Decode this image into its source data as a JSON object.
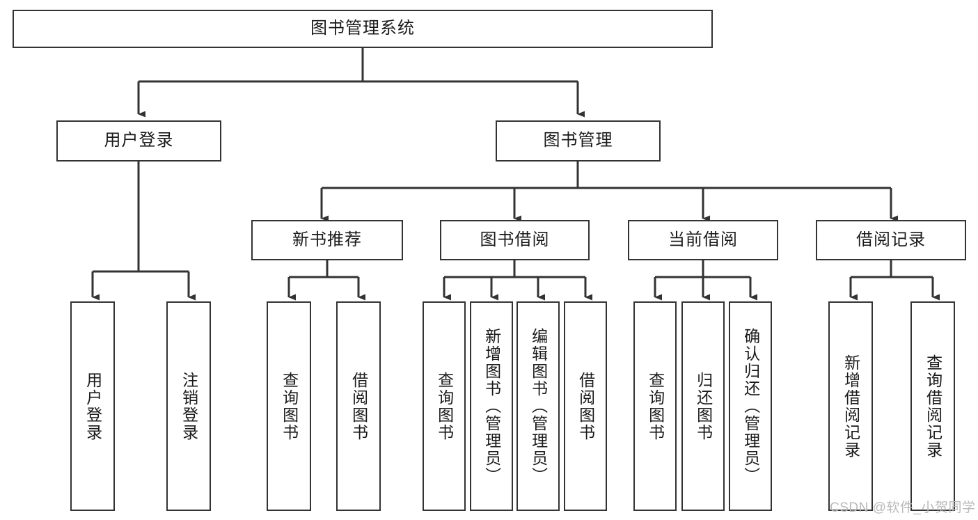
{
  "diagram": {
    "type": "tree-hierarchy-chart",
    "title": "图书管理系统",
    "colors": {
      "border": "#333333",
      "fill": "#ffffff",
      "connector": "#333333",
      "text": "#1a1a1a",
      "watermark": "#b9b9b9"
    },
    "root": {
      "label": "图书管理系统",
      "orientation": "horizontal"
    },
    "level1": [
      {
        "label": "用户登录",
        "orientation": "horizontal"
      },
      {
        "label": "图书管理",
        "orientation": "horizontal"
      }
    ],
    "level2": [
      {
        "label": "新书推荐",
        "orientation": "horizontal",
        "parent": "图书管理"
      },
      {
        "label": "图书借阅",
        "orientation": "horizontal",
        "parent": "图书管理"
      },
      {
        "label": "当前借阅",
        "orientation": "horizontal",
        "parent": "图书管理"
      },
      {
        "label": "借阅记录",
        "orientation": "horizontal",
        "parent": "图书管理"
      }
    ],
    "leaves": {
      "user_login": [
        {
          "label": "用户登录",
          "orientation": "vertical"
        },
        {
          "label": "注销登录",
          "orientation": "vertical"
        }
      ],
      "new_book_recommend": [
        {
          "label": "查询图书",
          "orientation": "vertical"
        },
        {
          "label": "借阅图书",
          "orientation": "vertical"
        }
      ],
      "book_borrow": [
        {
          "label": "查询图书",
          "orientation": "vertical"
        },
        {
          "label": "新增图书（管理员）",
          "orientation": "vertical"
        },
        {
          "label": "编辑图书（管理员）",
          "orientation": "vertical"
        },
        {
          "label": "借阅图书",
          "orientation": "vertical"
        }
      ],
      "current_borrow": [
        {
          "label": "查询图书",
          "orientation": "vertical"
        },
        {
          "label": "归还图书",
          "orientation": "vertical"
        },
        {
          "label": "确认归还（管理员）",
          "orientation": "vertical"
        }
      ],
      "borrow_record": [
        {
          "label": "新增借阅记录",
          "orientation": "vertical"
        },
        {
          "label": "查询借阅记录",
          "orientation": "vertical"
        }
      ]
    },
    "watermark": "CSDN @软件_小贺同学"
  }
}
